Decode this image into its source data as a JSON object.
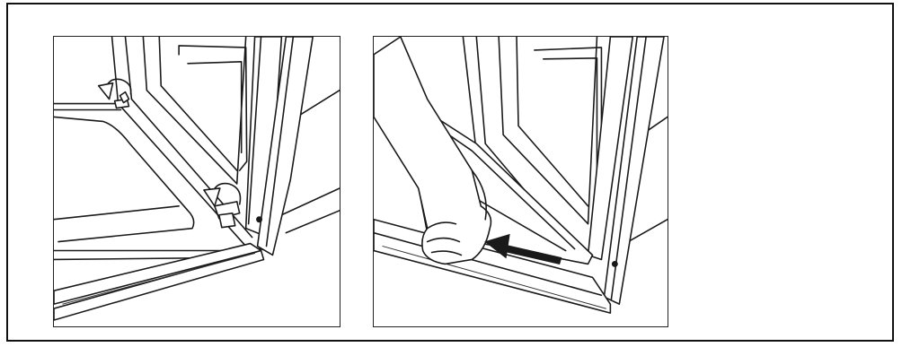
{
  "figure": {
    "panels": [
      {
        "id": "left",
        "depicts": "hinge-levers-flipped-open"
      },
      {
        "id": "right",
        "depicts": "door-glass-slide-out"
      }
    ],
    "colors": {
      "line": "#1a1a1a",
      "background": "#ffffff"
    },
    "icons": [
      "rotate-arrow-icon",
      "rotate-arrow-icon",
      "slide-direction-arrow-icon"
    ]
  }
}
